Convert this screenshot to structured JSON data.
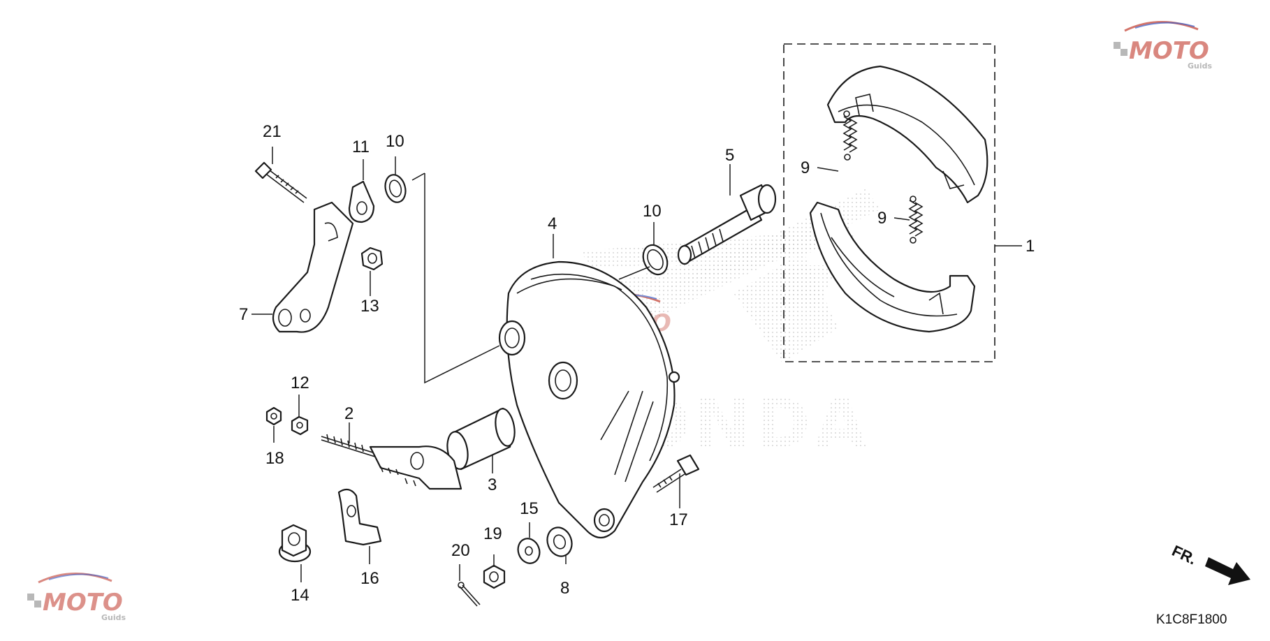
{
  "diagram": {
    "code": "K1C8F1800",
    "front_label": "FR.",
    "watermark": {
      "brand_main": "MOTO",
      "brand_sub": "Guids",
      "background_logo": "HONDA"
    },
    "callouts": [
      {
        "id": "c1",
        "text": "1"
      },
      {
        "id": "c2",
        "text": "2"
      },
      {
        "id": "c3",
        "text": "3"
      },
      {
        "id": "c4",
        "text": "4"
      },
      {
        "id": "c5",
        "text": "5"
      },
      {
        "id": "c7",
        "text": "7"
      },
      {
        "id": "c8",
        "text": "8"
      },
      {
        "id": "c9a",
        "text": "9"
      },
      {
        "id": "c9b",
        "text": "9"
      },
      {
        "id": "c10a",
        "text": "10"
      },
      {
        "id": "c10b",
        "text": "10"
      },
      {
        "id": "c11",
        "text": "11"
      },
      {
        "id": "c12",
        "text": "12"
      },
      {
        "id": "c13",
        "text": "13"
      },
      {
        "id": "c14",
        "text": "14"
      },
      {
        "id": "c15",
        "text": "15"
      },
      {
        "id": "c16",
        "text": "16"
      },
      {
        "id": "c17",
        "text": "17"
      },
      {
        "id": "c18",
        "text": "18"
      },
      {
        "id": "c19",
        "text": "19"
      },
      {
        "id": "c20",
        "text": "20"
      },
      {
        "id": "c21",
        "text": "21"
      }
    ],
    "colors": {
      "line": "#1a1a1a",
      "watermark_red": "#c0392b",
      "watermark_blue": "#3b5cc4",
      "watermark_gray": "#b8b8b8"
    }
  }
}
